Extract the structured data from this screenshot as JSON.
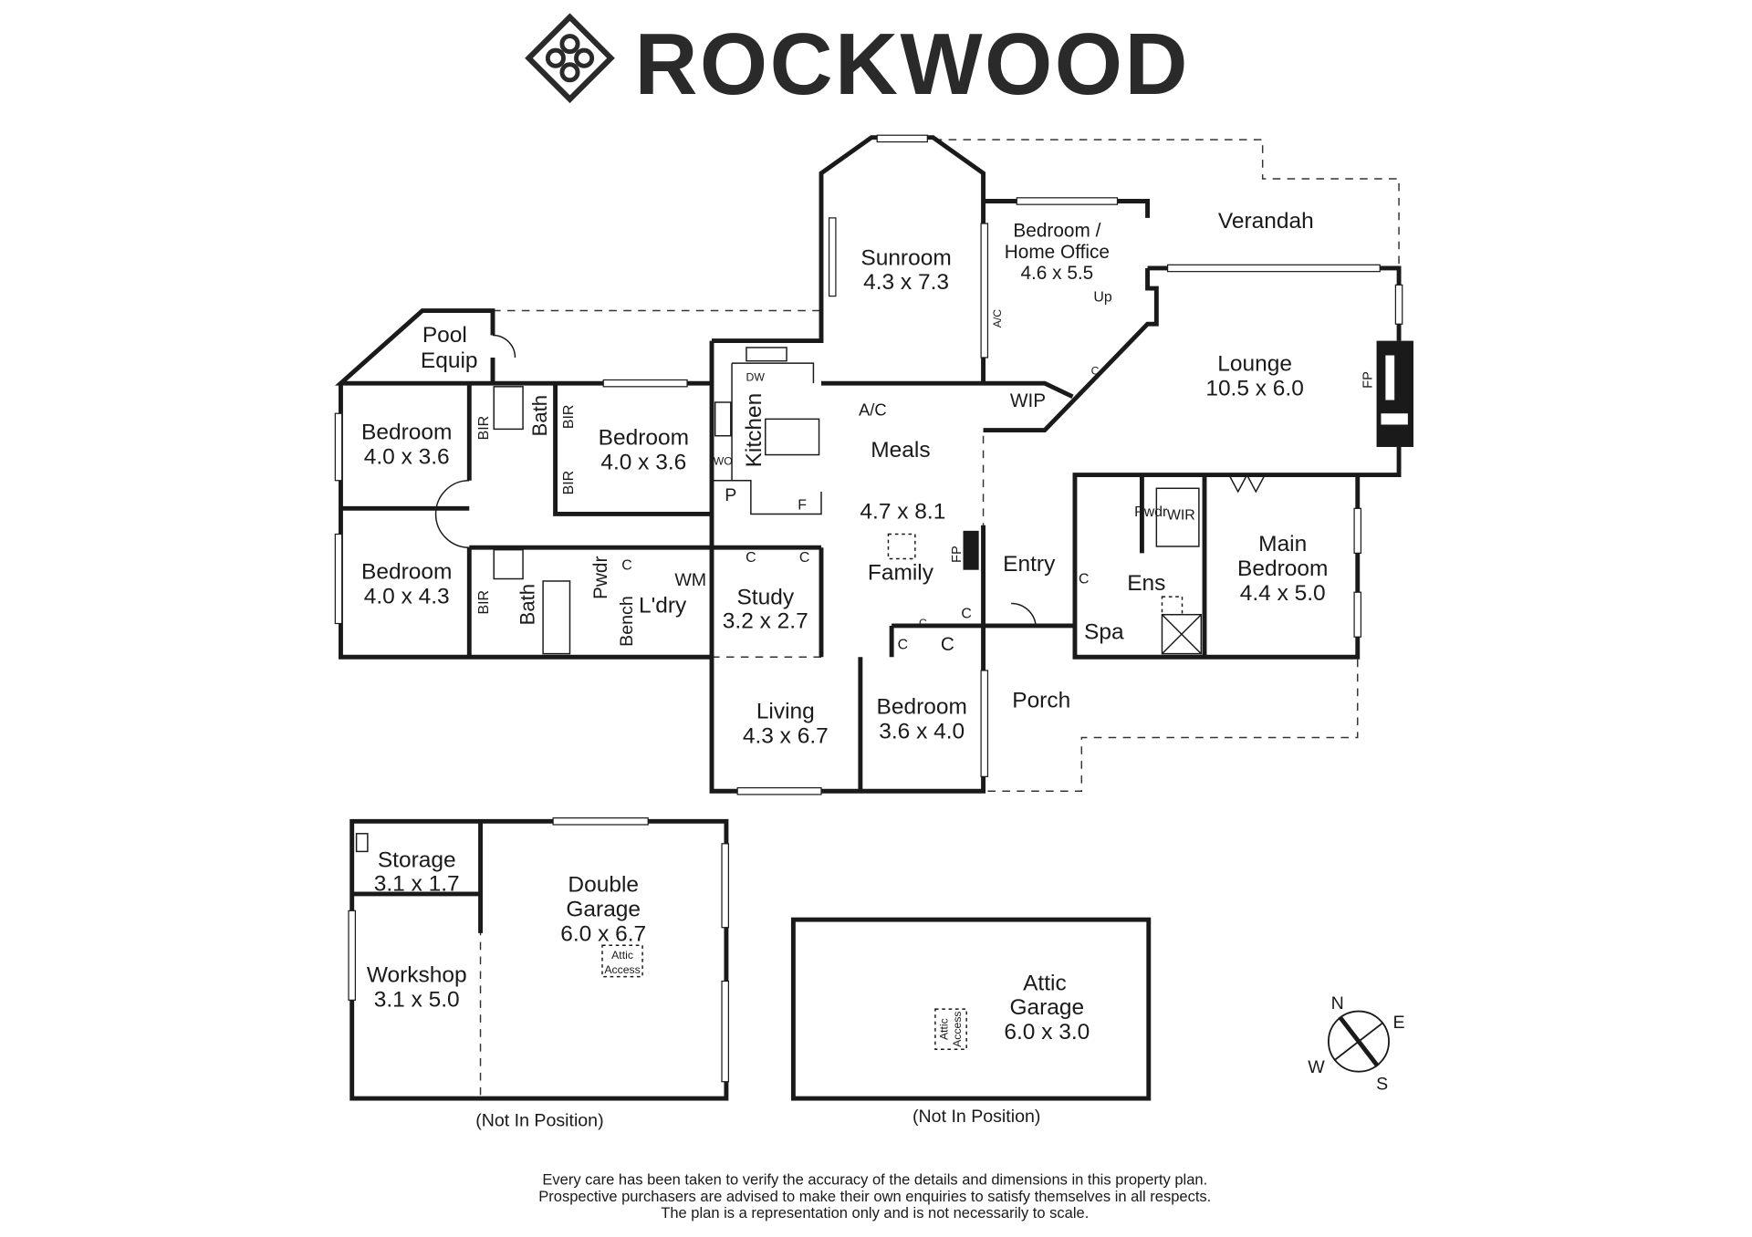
{
  "brand": {
    "name": "ROCKWOOD"
  },
  "rooms": {
    "pool_equip": {
      "line1": "Pool",
      "line2": "Equip"
    },
    "bedroom_nw": {
      "name": "Bedroom",
      "size": "4.0 x 3.6"
    },
    "bedroom_n2": {
      "name": "Bedroom",
      "size": "4.0 x 3.6"
    },
    "bedroom_w": {
      "name": "Bedroom",
      "size": "4.0 x 4.3"
    },
    "sunroom": {
      "name": "Sunroom",
      "size": "4.3 x 7.3"
    },
    "home_office": {
      "line1": "Bedroom /",
      "line2": "Home Office",
      "size": "4.6 x 5.5"
    },
    "verandah": {
      "name": "Verandah"
    },
    "lounge": {
      "name": "Lounge",
      "size": "10.5 x 6.0"
    },
    "meals": {
      "name": "Meals"
    },
    "family": {
      "size": "4.7 x 8.1",
      "name": "Family"
    },
    "kitchen": {
      "name": "Kitchen"
    },
    "study": {
      "name": "Study",
      "size": "3.2 x 2.7"
    },
    "laundry": {
      "name": "L'dry"
    },
    "living": {
      "name": "Living",
      "size": "4.3 x 6.7"
    },
    "bedroom_s": {
      "name": "Bedroom",
      "size": "3.6 x 4.0"
    },
    "entry": {
      "name": "Entry"
    },
    "porch": {
      "name": "Porch"
    },
    "main_bedroom": {
      "line1": "Main",
      "line2": "Bedroom",
      "size": "4.4 x 5.0"
    },
    "ensuite": {
      "name": "Ens"
    },
    "spa": {
      "name": "Spa"
    },
    "wip": {
      "name": "WIP"
    },
    "storage": {
      "name": "Storage",
      "size": "3.1 x 1.7"
    },
    "double_garage": {
      "line1": "Double",
      "line2": "Garage",
      "size": "6.0 x 6.7"
    },
    "workshop": {
      "name": "Workshop",
      "size": "3.1 x 5.0"
    },
    "attic_garage": {
      "line1": "Attic",
      "line2": "Garage",
      "size": "6.0 x 3.0"
    }
  },
  "labels": {
    "bir": "BIR",
    "bath": "Bath",
    "pwdr": "Pwdr",
    "bench": "Bench",
    "wm": "WM",
    "c": "C",
    "p": "P",
    "f": "F",
    "dw": "DW",
    "wo": "WO",
    "ac": "A/C",
    "fp": "FP",
    "up": "Up",
    "wir": "WIR",
    "attic": "Attic",
    "access": "Access"
  },
  "notes": {
    "not_in_position": "(Not In Position)",
    "disclaimer": [
      "Every care has been taken to verify the accuracy of the details and dimensions in this property plan.",
      "Prospective purchasers are advised to make their own enquiries to satisfy themselves in all respects.",
      "The plan is a representation only and is not necessarily to scale."
    ]
  },
  "compass": {
    "n": "N",
    "e": "E",
    "s": "S",
    "w": "W"
  }
}
